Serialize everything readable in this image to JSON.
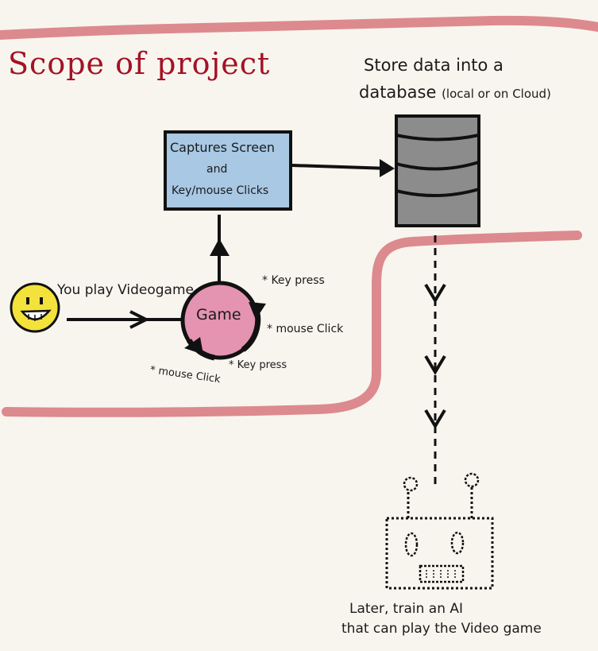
{
  "title": "Scope of project",
  "store": {
    "line1": "Store data into a",
    "line2": "database",
    "line2_small": "(local or on Cloud)"
  },
  "capture_box": {
    "line1": "Captures Screen",
    "line2": "and",
    "line3": "Key/mouse Clicks"
  },
  "player": {
    "label": "You play Videogame"
  },
  "game": {
    "label": "Game"
  },
  "inputs": {
    "key_press_1": "* Key press",
    "mouse_click_1": "* mouse Click",
    "key_press_2": "* Key press",
    "mouse_click_2": "* mouse Click"
  },
  "ai": {
    "line1": "Later, train an AI",
    "line2": "that can play the Video game"
  },
  "colors": {
    "background": "#f8f5ee",
    "pink_band": "#dc8a8e",
    "title": "#a31226",
    "capture_box": "#a8c8e4",
    "database": "#8c8c8c",
    "game_circle": "#e493b0",
    "smiley": "#f4e23c",
    "ink": "#111111"
  },
  "icons": [
    "smiley-face-icon",
    "database-cylinder-icon",
    "robot-icon"
  ]
}
